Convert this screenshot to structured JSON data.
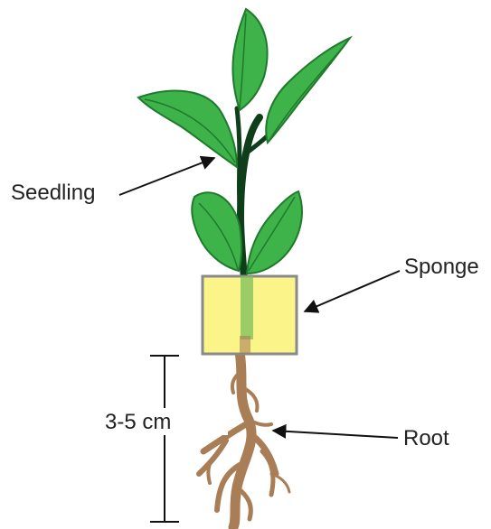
{
  "labels": {
    "seedling": "Seedling",
    "sponge": "Sponge",
    "root": "Root",
    "measurement": "3-5 cm"
  },
  "colors": {
    "leaf_fill": "#3db34a",
    "leaf_dark": "#1f7a2c",
    "stem": "#0e3f1a",
    "sponge_fill": "#fbf489",
    "sponge_border": "#8a8a8a",
    "root_fill": "#a97d55",
    "root_dark": "#7a5433",
    "line": "#111111"
  }
}
